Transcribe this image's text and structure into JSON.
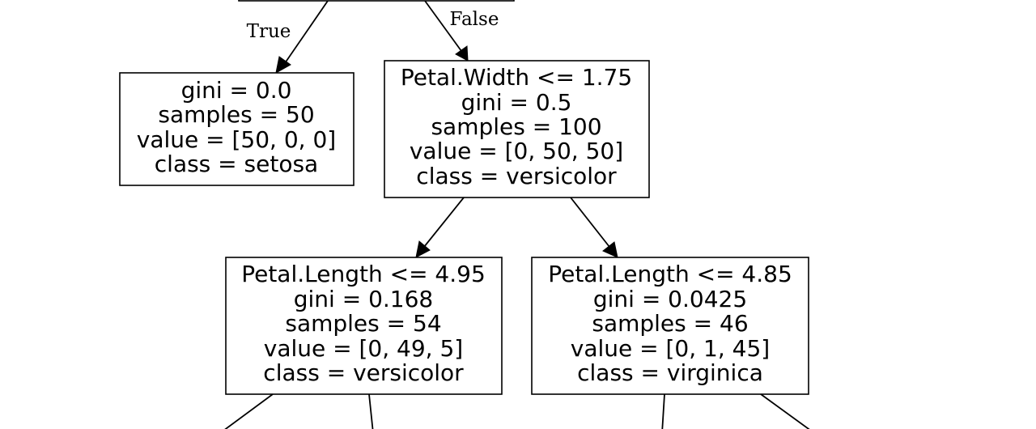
{
  "tree": {
    "edge_labels": {
      "true_label": "True",
      "false_label": "False"
    },
    "nodes": {
      "left_leaf": {
        "lines": [
          "gini = 0.0",
          "samples = 50",
          "value = [50, 0, 0]",
          "class = setosa"
        ]
      },
      "petal_width_split": {
        "lines": [
          "Petal.Width <= 1.75",
          "gini = 0.5",
          "samples = 100",
          "value = [0, 50, 50]",
          "class = versicolor"
        ]
      },
      "petal_length_split_left": {
        "lines": [
          "Petal.Length <= 4.95",
          "gini = 0.168",
          "samples = 54",
          "value = [0, 49, 5]",
          "class = versicolor"
        ]
      },
      "petal_length_split_right": {
        "lines": [
          "Petal.Length <= 4.85",
          "gini = 0.0425",
          "samples = 46",
          "value = [0, 1, 45]",
          "class = virginica"
        ]
      }
    }
  }
}
